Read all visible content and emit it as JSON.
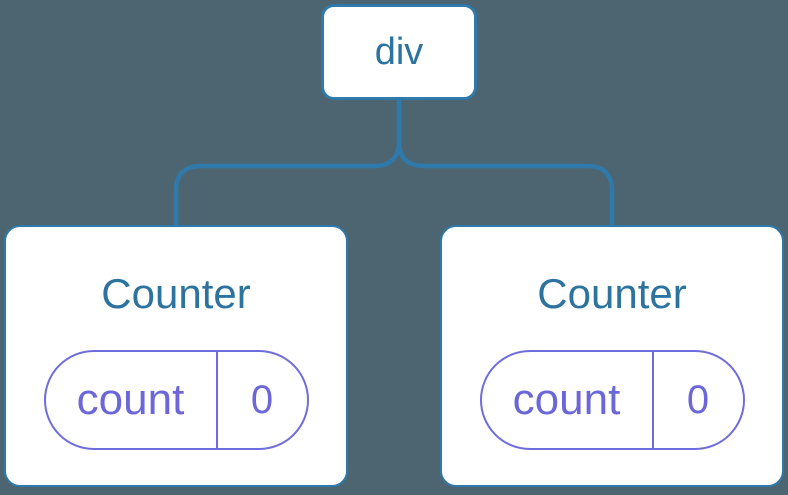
{
  "diagram": {
    "kind": "component-tree",
    "root": {
      "label": "div"
    },
    "children": [
      {
        "label": "Counter",
        "state": {
          "key": "count",
          "value": "0"
        }
      },
      {
        "label": "Counter",
        "state": {
          "key": "count",
          "value": "0"
        }
      }
    ]
  },
  "colors": {
    "background": "#4C6571",
    "connector": "#2F79AB",
    "node_bg": "#FFFFFF",
    "node_border": "#2F79AB",
    "node_text": "#2D739F",
    "state_border": "#6F6CDE",
    "state_text": "#6B67D8"
  }
}
